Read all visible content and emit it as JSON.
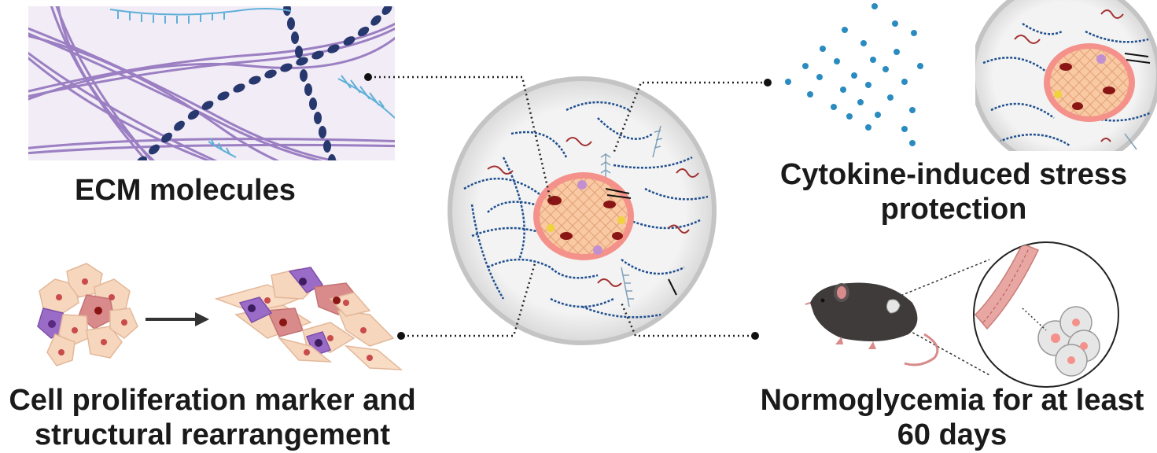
{
  "captions": {
    "ecm": "ECM molecules",
    "cytokine_line1": "Cytokine-induced stress",
    "cytokine_line2": "protection",
    "cell_line1": "Cell proliferation marker and",
    "cell_line2": "structural rearrangement",
    "normo_line1": "Normoglycemia for at least",
    "normo_line2": "60 days"
  },
  "colors": {
    "ecm_background": "#f1ecf6",
    "collagen": "#9b7fc2",
    "fibronectin": "#27386e",
    "laminin": "#5fb0d8",
    "capsule": "#c9c9c9",
    "islet": "#f6a894",
    "cytokine_dot": "#2a8bc0",
    "mouse": "#3f3b3b",
    "vessel": "#e8a7a2"
  }
}
